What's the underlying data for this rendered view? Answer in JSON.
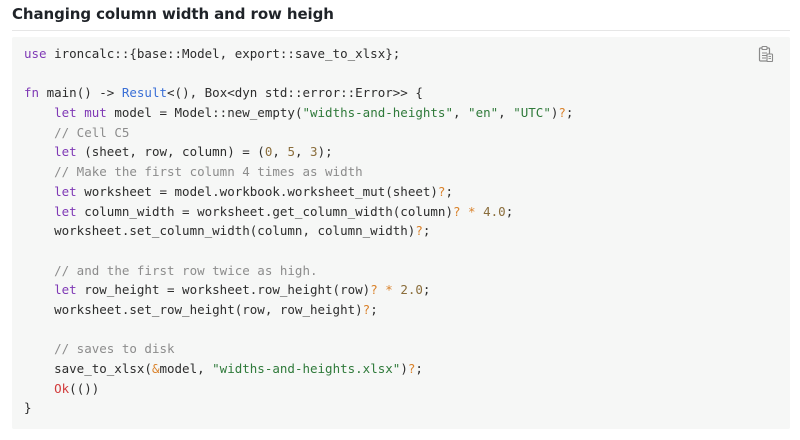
{
  "section": {
    "title": "Changing column width and row heigh"
  },
  "copy_button": {
    "icon": "clipboard-copy-icon"
  },
  "colors": {
    "keyword": "#7f39b5",
    "type": "#3a6fd6",
    "string": "#2f7a3a",
    "comment": "#8c8c8c",
    "operator": "#d9822b",
    "number": "#8a6d3b",
    "error_ok": "#d23b3b",
    "background": "#f6f7f6"
  },
  "code_lines": [
    [
      [
        "kw",
        "use"
      ],
      [
        "pl",
        " ironcalc::{base::Model, export::save_to_xlsx};"
      ]
    ],
    [],
    [
      [
        "kw",
        "fn"
      ],
      [
        "pl",
        " main() -> "
      ],
      [
        "ty",
        "Result"
      ],
      [
        "pl",
        "<(), Box<dyn std::error::Error>> {"
      ]
    ],
    [
      [
        "pl",
        "    "
      ],
      [
        "kw",
        "let mut"
      ],
      [
        "pl",
        " model = Model::new_empty("
      ],
      [
        "str",
        "\"widths-and-heights\""
      ],
      [
        "pl",
        ", "
      ],
      [
        "str",
        "\"en\""
      ],
      [
        "pl",
        ", "
      ],
      [
        "str",
        "\"UTC\""
      ],
      [
        "pl",
        ")"
      ],
      [
        "op",
        "?"
      ],
      [
        "pl",
        ";"
      ]
    ],
    [
      [
        "pl",
        "    "
      ],
      [
        "com",
        "// Cell C5"
      ]
    ],
    [
      [
        "pl",
        "    "
      ],
      [
        "kw",
        "let"
      ],
      [
        "pl",
        " (sheet, row, column) = ("
      ],
      [
        "num",
        "0"
      ],
      [
        "pl",
        ", "
      ],
      [
        "num",
        "5"
      ],
      [
        "pl",
        ", "
      ],
      [
        "num",
        "3"
      ],
      [
        "pl",
        ");"
      ]
    ],
    [
      [
        "pl",
        "    "
      ],
      [
        "com",
        "// Make the first column 4 times as width"
      ]
    ],
    [
      [
        "pl",
        "    "
      ],
      [
        "kw",
        "let"
      ],
      [
        "pl",
        " worksheet = model.workbook.worksheet_mut(sheet)"
      ],
      [
        "op",
        "?"
      ],
      [
        "pl",
        ";"
      ]
    ],
    [
      [
        "pl",
        "    "
      ],
      [
        "kw",
        "let"
      ],
      [
        "pl",
        " column_width = worksheet.get_column_width(column)"
      ],
      [
        "op",
        "?"
      ],
      [
        "pl",
        " "
      ],
      [
        "op",
        "*"
      ],
      [
        "pl",
        " "
      ],
      [
        "num",
        "4.0"
      ],
      [
        "pl",
        ";"
      ]
    ],
    [
      [
        "pl",
        "    worksheet.set_column_width(column, column_width)"
      ],
      [
        "op",
        "?"
      ],
      [
        "pl",
        ";"
      ]
    ],
    [],
    [
      [
        "pl",
        "    "
      ],
      [
        "com",
        "// and the first row twice as high."
      ]
    ],
    [
      [
        "pl",
        "    "
      ],
      [
        "kw",
        "let"
      ],
      [
        "pl",
        " row_height = worksheet.row_height(row)"
      ],
      [
        "op",
        "?"
      ],
      [
        "pl",
        " "
      ],
      [
        "op",
        "*"
      ],
      [
        "pl",
        " "
      ],
      [
        "num",
        "2.0"
      ],
      [
        "pl",
        ";"
      ]
    ],
    [
      [
        "pl",
        "    worksheet.set_row_height(row, row_height)"
      ],
      [
        "op",
        "?"
      ],
      [
        "pl",
        ";"
      ]
    ],
    [],
    [
      [
        "pl",
        "    "
      ],
      [
        "com",
        "// saves to disk"
      ]
    ],
    [
      [
        "pl",
        "    save_to_xlsx("
      ],
      [
        "op",
        "&"
      ],
      [
        "pl",
        "model, "
      ],
      [
        "str",
        "\"widths-and-heights.xlsx\""
      ],
      [
        "pl",
        ")"
      ],
      [
        "op",
        "?"
      ],
      [
        "pl",
        ";"
      ]
    ],
    [
      [
        "pl",
        "    "
      ],
      [
        "err",
        "Ok"
      ],
      [
        "pl",
        "(())"
      ]
    ],
    [
      [
        "pl",
        "}"
      ]
    ]
  ]
}
